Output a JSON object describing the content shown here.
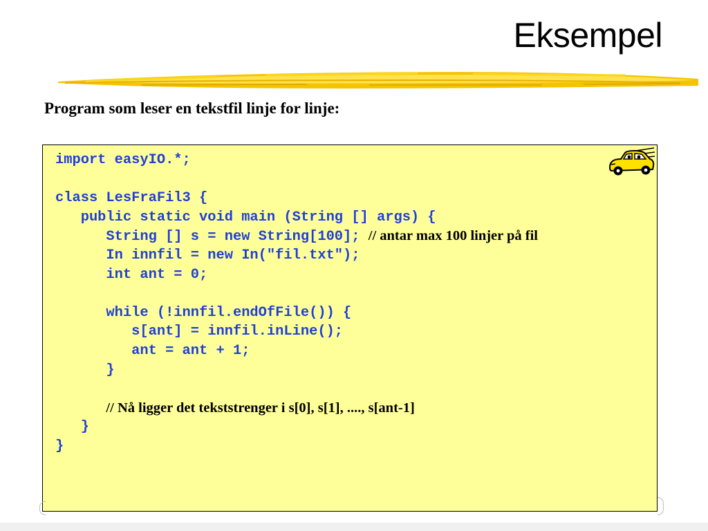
{
  "slide": {
    "title": "Eksempel",
    "subtitle": "Program som leser en tekstfil linje for linje:",
    "accent_color": "#f5c400",
    "code_background": "#ffff99",
    "code_color": "#1f3fd6"
  },
  "code": {
    "lines": [
      "import easyIO.*;",
      "",
      "class LesFraFil3 {",
      "   public static void main (String [] args) {",
      "      String [] s = new String[100];",
      "      In innfil = new In(\"fil.txt\");",
      "      int ant = 0;",
      "",
      "      while (!innfil.endOfFile()) {",
      "         s[ant] = innfil.inLine();",
      "         ant = ant + 1;",
      "      }",
      "",
      "",
      "   }",
      "}"
    ],
    "comments": [
      "// antar max 100 linjer på fil",
      "// Nå ligger det tekststrenger i s[0], s[1], ...., s[ant-1]"
    ]
  },
  "icons": {
    "car": "car-icon"
  }
}
